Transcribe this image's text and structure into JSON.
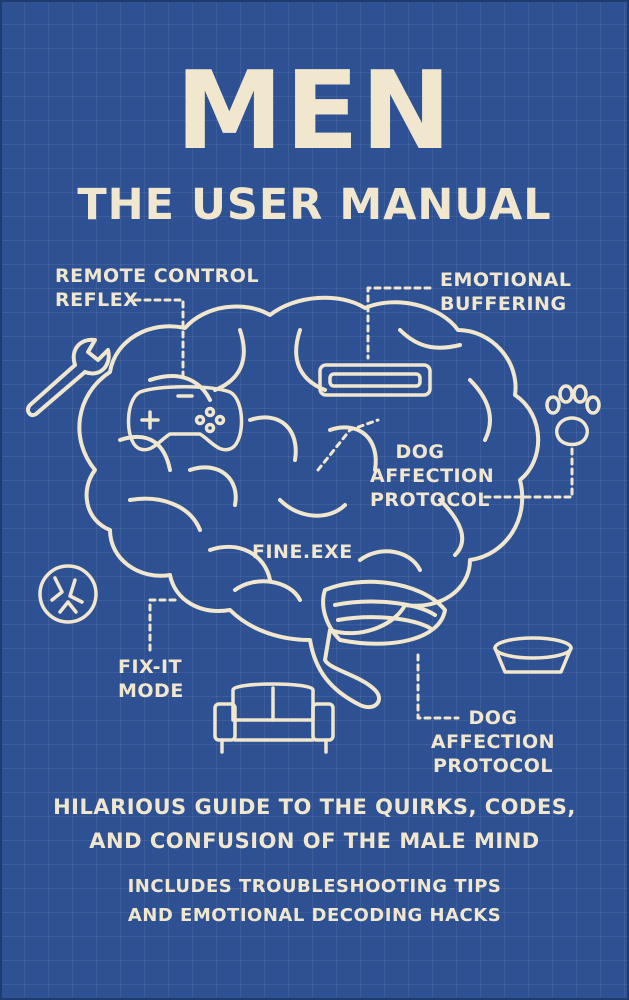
{
  "cover": {
    "title": "MEN",
    "subtitle": "THE USER MANUAL",
    "labels": {
      "remote_control_reflex": [
        "REMOTE CONTROL",
        "REFLEX"
      ],
      "emotional_buffering": [
        "EMOTIONAL",
        "BUFFERING"
      ],
      "dog_affection_center": [
        "DOG",
        "AFFECTION",
        "PROTOCOL"
      ],
      "fine_exe": "FINE.EXE",
      "fix_it_mode": [
        "FIX-IT",
        "MODE"
      ],
      "dog_affection_bottom": [
        "DOG",
        "AFFECTION",
        "PROTOCOL"
      ]
    },
    "tagline": [
      "HILARIOUS GUIDE TO THE QUIRKS, CODES,",
      "AND CONFUSION OF THE MALE MIND"
    ],
    "tagline2": [
      "INCLUDES TROUBLESHOOTING TIPS",
      "AND EMOTIONAL DECODING HACKS"
    ]
  },
  "colors": {
    "background": "#2d5192",
    "ink": "#f1e7cf"
  },
  "icons": [
    "wrench-icon",
    "gamepad-icon",
    "progress-bar-icon",
    "paw-icon",
    "broken-ball-icon",
    "sofa-icon",
    "dog-bowl-icon",
    "brain-illustration"
  ]
}
